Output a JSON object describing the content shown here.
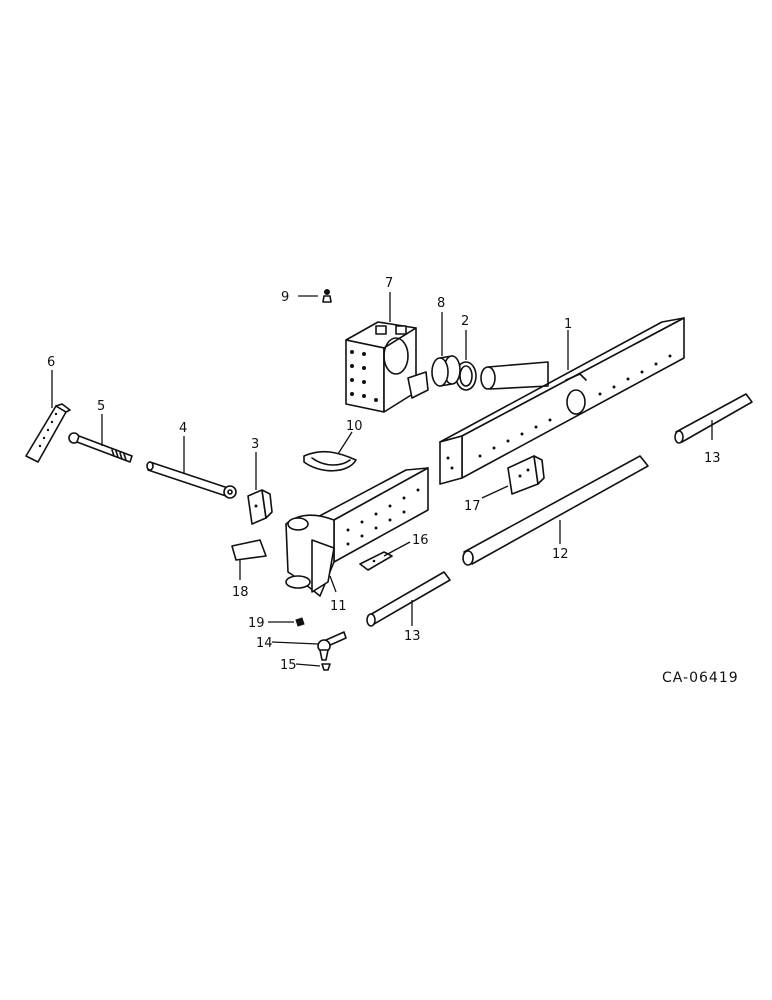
{
  "diagram": {
    "reference_code": "CA-06419",
    "callouts": {
      "c1": "1",
      "c2": "2",
      "c3": "3",
      "c4": "4",
      "c5": "5",
      "c6": "6",
      "c7": "7",
      "c8": "8",
      "c9": "9",
      "c10": "10",
      "c11": "11",
      "c12": "12",
      "c13a": "13",
      "c13b": "13",
      "c14": "14",
      "c15": "15",
      "c16": "16",
      "c17": "17",
      "c18": "18",
      "c19": "19"
    }
  }
}
